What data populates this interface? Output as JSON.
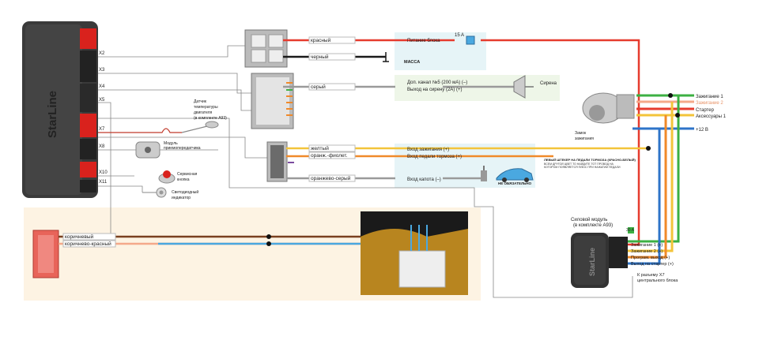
{
  "brand": "StarLine",
  "connectors": [
    "X2",
    "X3",
    "X4",
    "X5",
    "X7",
    "X8",
    "X10",
    "X11"
  ],
  "wires": {
    "red": "красный",
    "black": "черный",
    "gray": "серый",
    "yellow": "желтый",
    "orange_violet": "оранж.-фиолет.",
    "orange_gray": "оранжево-серый",
    "brown": "коричневый",
    "brown_red": "коричнево-красный"
  },
  "labels": {
    "power": "Питание блока",
    "fuse15": "15 A",
    "ground": "МАССА",
    "ch5": "Доп. канал №5 (200 мА) (–)",
    "siren_out": "Выход на сирену (2А) (+)",
    "siren": "Сирена",
    "ign_in": "Вход зажигания (+)",
    "brake_in": "Вход педали тормоза (+)",
    "hood_in": "Вход капота (–)",
    "not_required": "НЕ ОБЯЗАТЕЛЬНО",
    "brake_note_title": "ЛЕВЫЙ ШТЕКЕР НА ПЕДАЛИ ТОРМОЗА (КРАСНО-БЕЛЫЙ)",
    "brake_note_text": "ВСЕМ ДРУГОЙ ЦВЕТ ТО НАЙДИТЕ ТОТ ПРОВОД НА КОТОРОМ ПОЯВЛЯЕТСЯ ПЛЮС ПРИ НАЖАТИИ ПЕДАЛИ",
    "temp_sensor": [
      "Датчик",
      "температуры",
      "двигателя",
      "(в комплекте А93)"
    ],
    "transceiver": [
      "Модуль",
      "приемопередатчика"
    ],
    "service_button": [
      "Сервисная",
      "кнопка"
    ],
    "led": [
      "Светодиодный",
      "индикатор"
    ],
    "ign_lock": [
      "Замок",
      "зажигания"
    ],
    "power_module": [
      "Силовой модуль",
      "(в комплекте А93)"
    ],
    "fuse30": "30 A",
    "lock_outputs": [
      "Зажигание 1",
      "Зажигание 2",
      "Стартер",
      "Аксессуары 1",
      "+12 В"
    ],
    "module_outputs": [
      "Зажигание 1 (+)",
      "Зажигание 2 (+)",
      "Програм. выход (+)",
      "Выход на стартер (+)"
    ],
    "x7_ref": [
      "К разъему X7",
      "центрального блока"
    ]
  },
  "colors": {
    "red": "#e63b2e",
    "black": "#1a1a1a",
    "gray": "#9a9a9a",
    "yellow": "#f3c43a",
    "violet": "#7b4a9e",
    "orange": "#f08a2a",
    "brown": "#7a4020",
    "lightblue": "#4aa8e0",
    "green": "#3cb043",
    "blue": "#2e74c9",
    "salmon": "#f4a98a"
  }
}
